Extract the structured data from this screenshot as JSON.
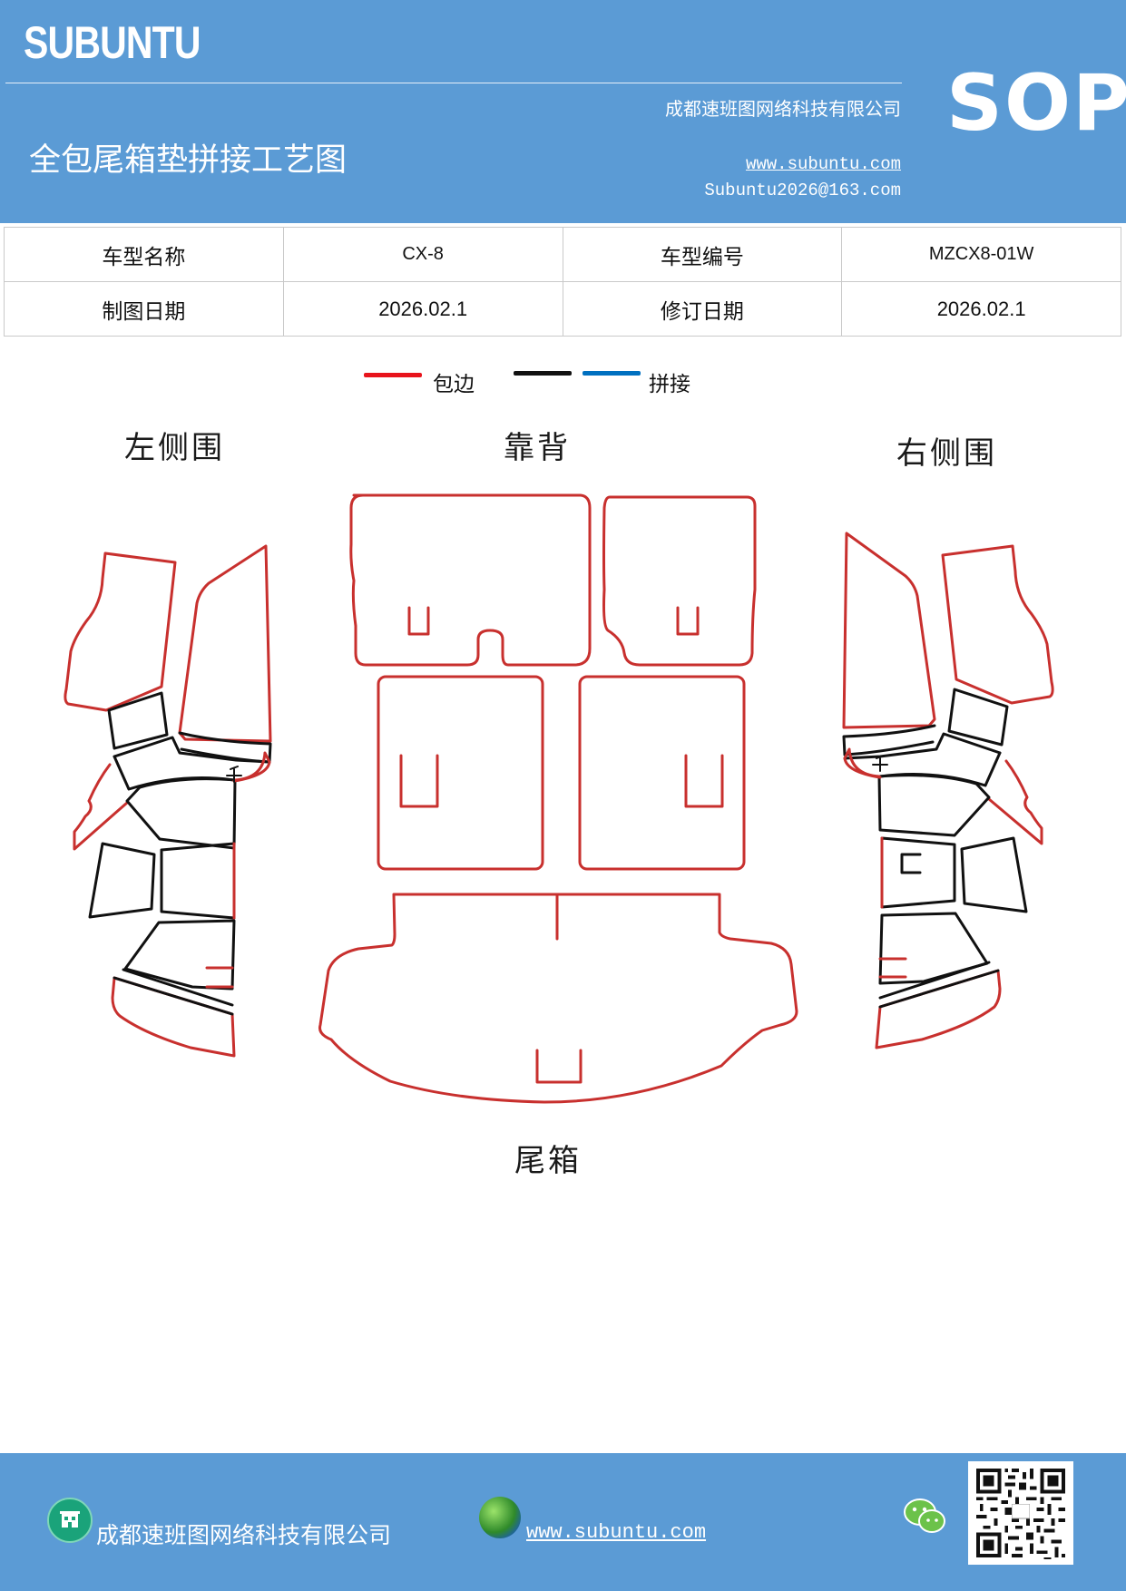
{
  "header": {
    "brand": "SUBUNTU",
    "sop": "SOP",
    "company": "成都速班图网络科技有限公司",
    "title": "全包尾箱垫拼接工艺图",
    "url": "www.subuntu.com",
    "email": "Subuntu2026@163.com"
  },
  "info_table": {
    "rows": [
      [
        "车型名称",
        "CX-8",
        "车型编号",
        "MZCX8-01W"
      ],
      [
        "制图日期",
        "2026.02.1",
        "修订日期",
        "2026.02.1"
      ]
    ]
  },
  "legend": {
    "items": [
      {
        "label": "包边",
        "color": "#e8141c"
      },
      {
        "label": "",
        "color": "#111111"
      },
      {
        "label": "拼接",
        "color": "#0070c0"
      }
    ]
  },
  "sections": {
    "left": "左侧围",
    "back": "靠背",
    "right": "右侧围",
    "trunk": "尾箱"
  },
  "colors": {
    "header_bg": "#5b9bd5",
    "edge_red": "#c8302e",
    "seam_black": "#111111"
  },
  "footer": {
    "company": "成都速班图网络科技有限公司",
    "url": "www.subuntu.com ",
    "icons": [
      "building-icon",
      "globe-icon",
      "wechat-icon",
      "qr-code"
    ]
  }
}
